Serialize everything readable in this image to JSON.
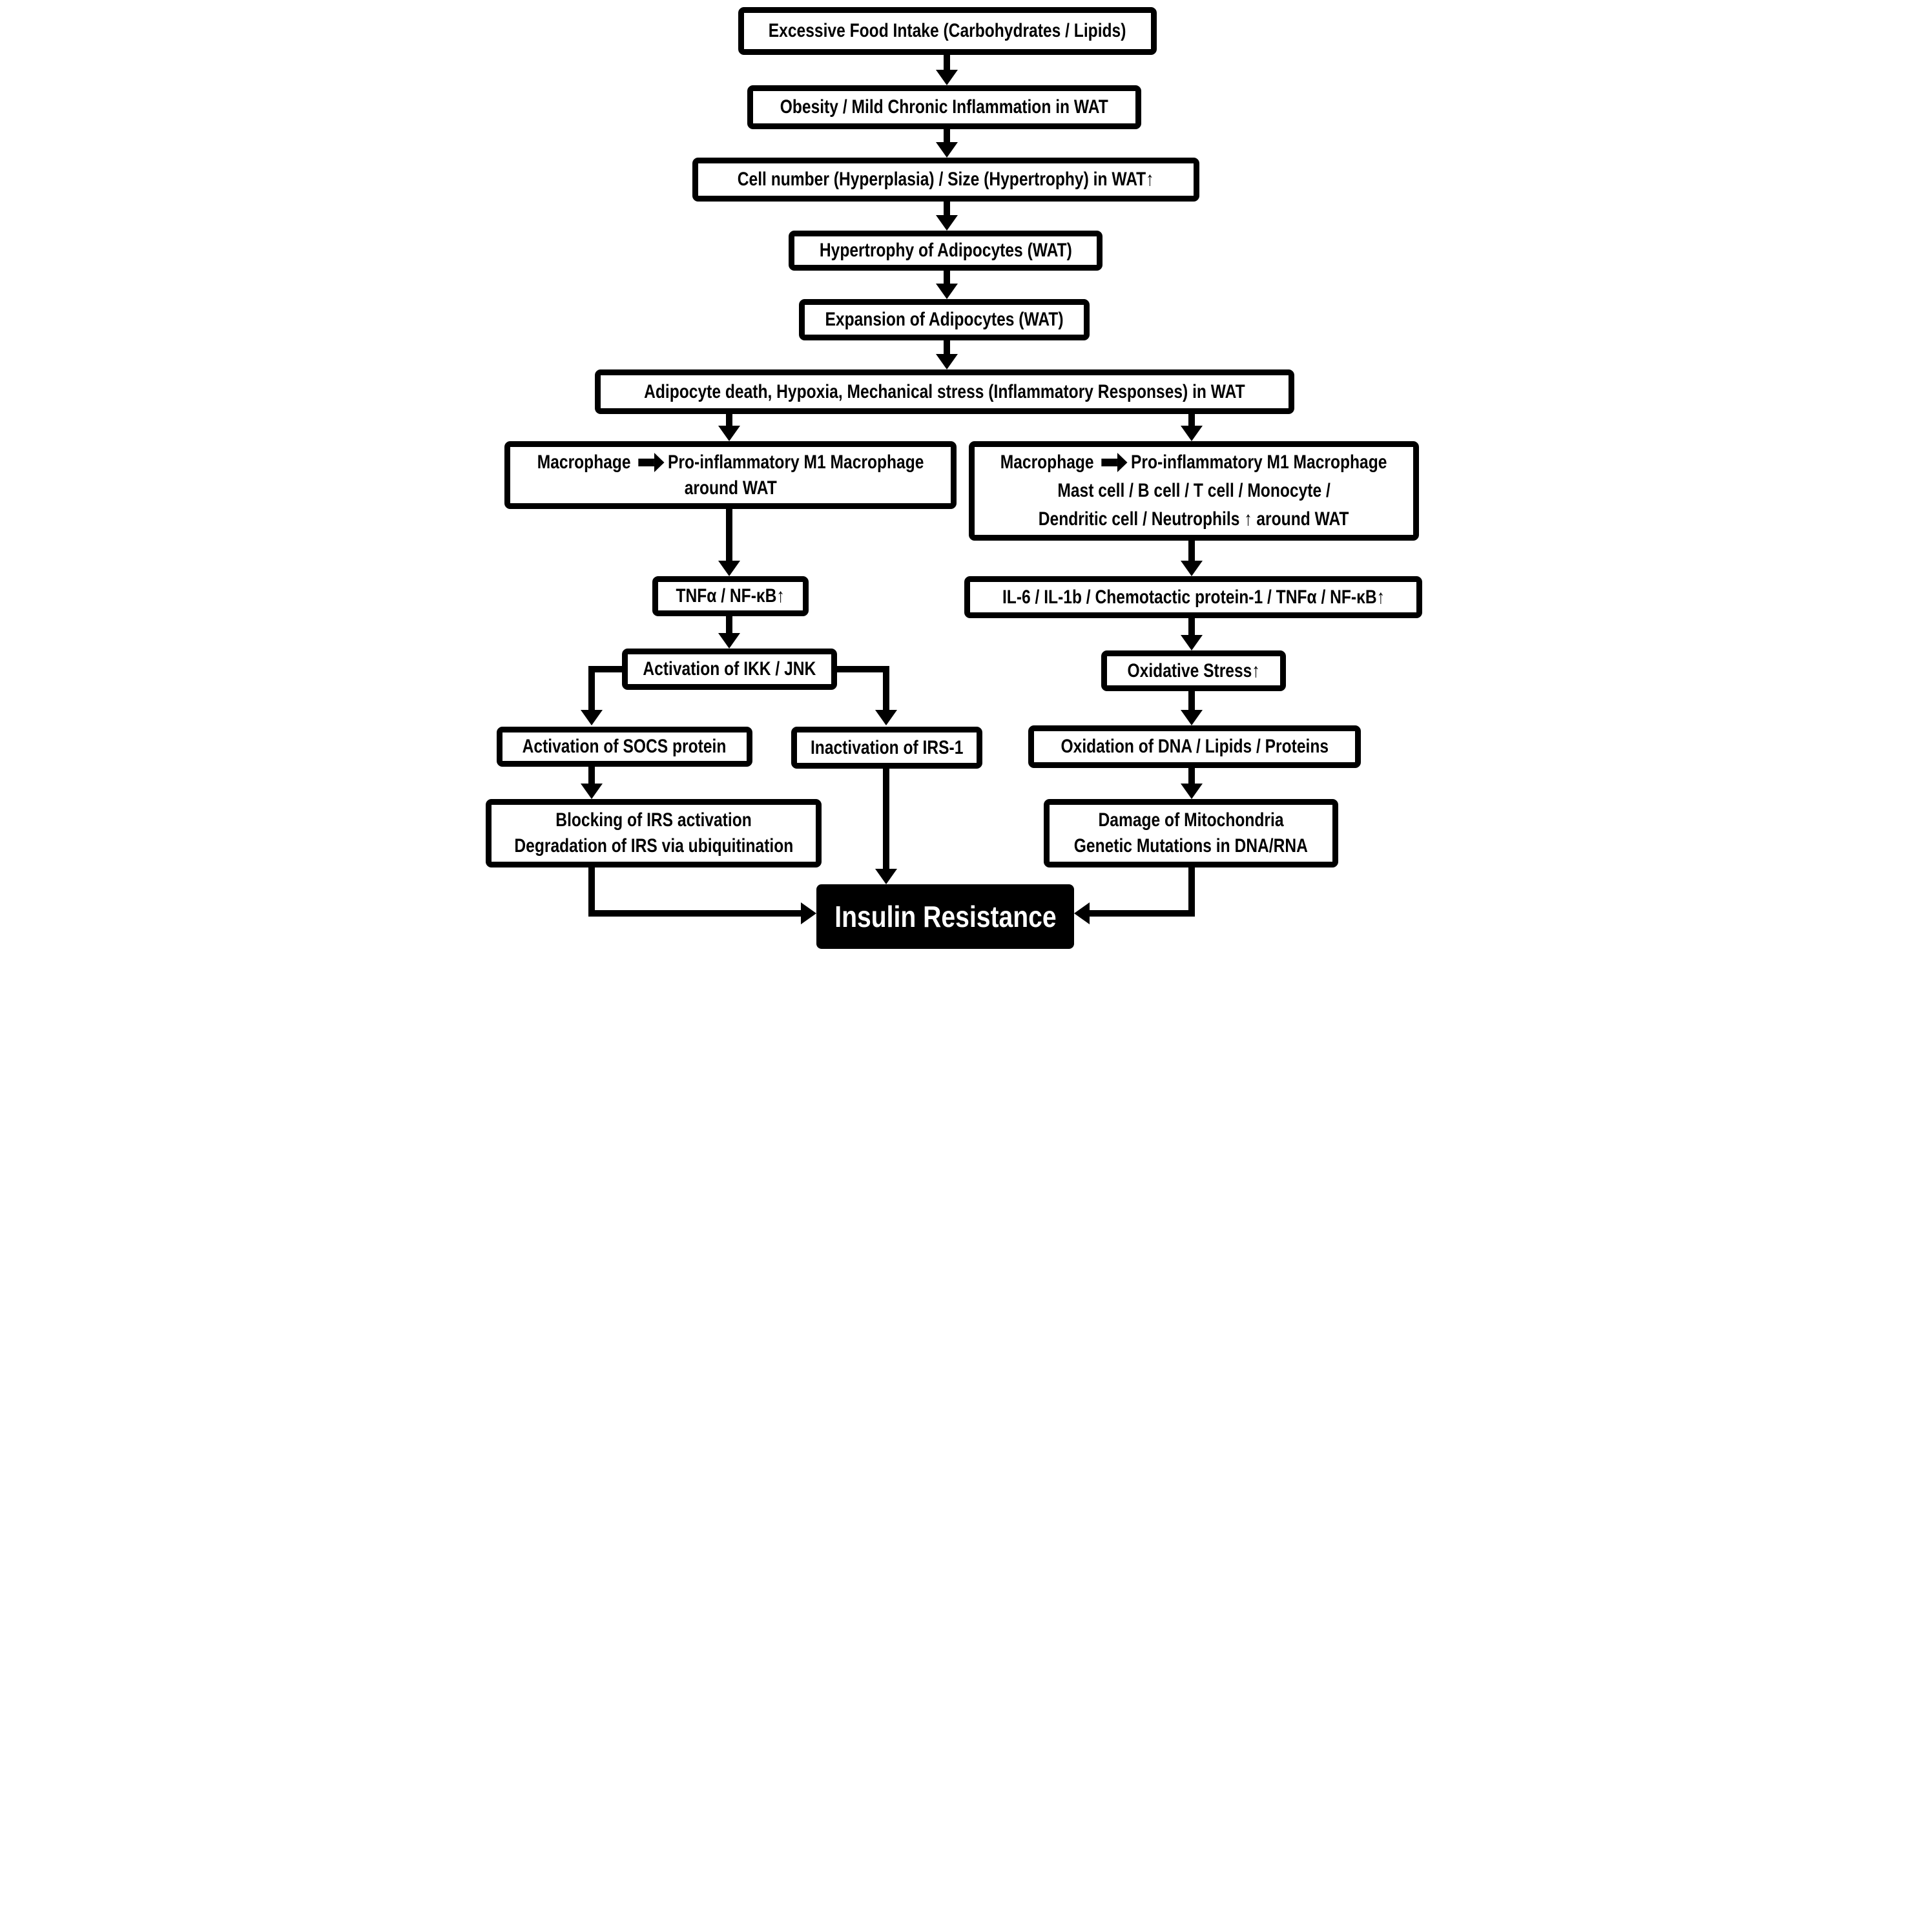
{
  "diagram": {
    "type": "flowchart",
    "topic": "Pathways from excessive food intake to insulin resistance",
    "colors": {
      "line": "#000000",
      "box_background": "#ffffff",
      "terminal_background": "#000000",
      "terminal_text": "#ffffff"
    },
    "nodes": {
      "excessive_food": {
        "label": "Excessive Food Intake (Carbohydrates / Lipids)"
      },
      "obesity": {
        "label": "Obesity / Mild Chronic Inflammation in WAT"
      },
      "cell_number": {
        "label": "Cell number (Hyperplasia) / Size (Hypertrophy) in WAT↑"
      },
      "hypertrophy": {
        "label": "Hypertrophy of Adipocytes (WAT)"
      },
      "expansion": {
        "label": "Expansion of Adipocytes (WAT)"
      },
      "adipocyte_death": {
        "label": "Adipocyte death, Hypoxia, Mechanical stress (Inflammatory Responses) in WAT"
      },
      "macrophage_left": {
        "pre": "Macrophage",
        "post": "Pro-inflammatory M1 Macrophage",
        "line2": "around WAT"
      },
      "macrophage_right": {
        "pre": "Macrophage",
        "post": "Pro-inflammatory M1 Macrophage",
        "line2": "Mast cell / B cell / T cell / Monocyte /",
        "line3": "Dendritic cell / Neutrophils ↑ around WAT"
      },
      "tnf_nfkb": {
        "label": "TNFα / NF-κB↑"
      },
      "il6_cytokines": {
        "label": "IL-6 / IL-1b / Chemotactic protein-1 / TNFα / NF-κB↑"
      },
      "ikk_jnk": {
        "label": "Activation of IKK / JNK"
      },
      "oxidative_stress": {
        "label": "Oxidative Stress↑"
      },
      "socs": {
        "label": "Activation of SOCS protein"
      },
      "irs1": {
        "label": "Inactivation of IRS-1"
      },
      "oxidation_dna": {
        "label": "Oxidation of DNA / Lipids / Proteins"
      },
      "blocking_irs": {
        "line1": "Blocking of IRS activation",
        "line2": "Degradation of IRS via ubiquitination"
      },
      "damage_mitochondria": {
        "line1": "Damage of Mitochondria",
        "line2": "Genetic Mutations in DNA/RNA"
      },
      "insulin_resistance": {
        "label": "Insulin Resistance"
      }
    },
    "edges": [
      {
        "from": "excessive_food",
        "to": "obesity"
      },
      {
        "from": "obesity",
        "to": "cell_number"
      },
      {
        "from": "cell_number",
        "to": "hypertrophy"
      },
      {
        "from": "hypertrophy",
        "to": "expansion"
      },
      {
        "from": "expansion",
        "to": "adipocyte_death"
      },
      {
        "from": "adipocyte_death",
        "to": "macrophage_left"
      },
      {
        "from": "adipocyte_death",
        "to": "macrophage_right"
      },
      {
        "from": "macrophage_left",
        "to": "tnf_nfkb"
      },
      {
        "from": "tnf_nfkb",
        "to": "ikk_jnk"
      },
      {
        "from": "ikk_jnk",
        "to": "socs"
      },
      {
        "from": "ikk_jnk",
        "to": "irs1"
      },
      {
        "from": "socs",
        "to": "blocking_irs"
      },
      {
        "from": "blocking_irs",
        "to": "insulin_resistance"
      },
      {
        "from": "irs1",
        "to": "insulin_resistance"
      },
      {
        "from": "macrophage_right",
        "to": "il6_cytokines"
      },
      {
        "from": "il6_cytokines",
        "to": "oxidative_stress"
      },
      {
        "from": "oxidative_stress",
        "to": "oxidation_dna"
      },
      {
        "from": "oxidation_dna",
        "to": "damage_mitochondria"
      },
      {
        "from": "damage_mitochondria",
        "to": "insulin_resistance"
      }
    ]
  }
}
